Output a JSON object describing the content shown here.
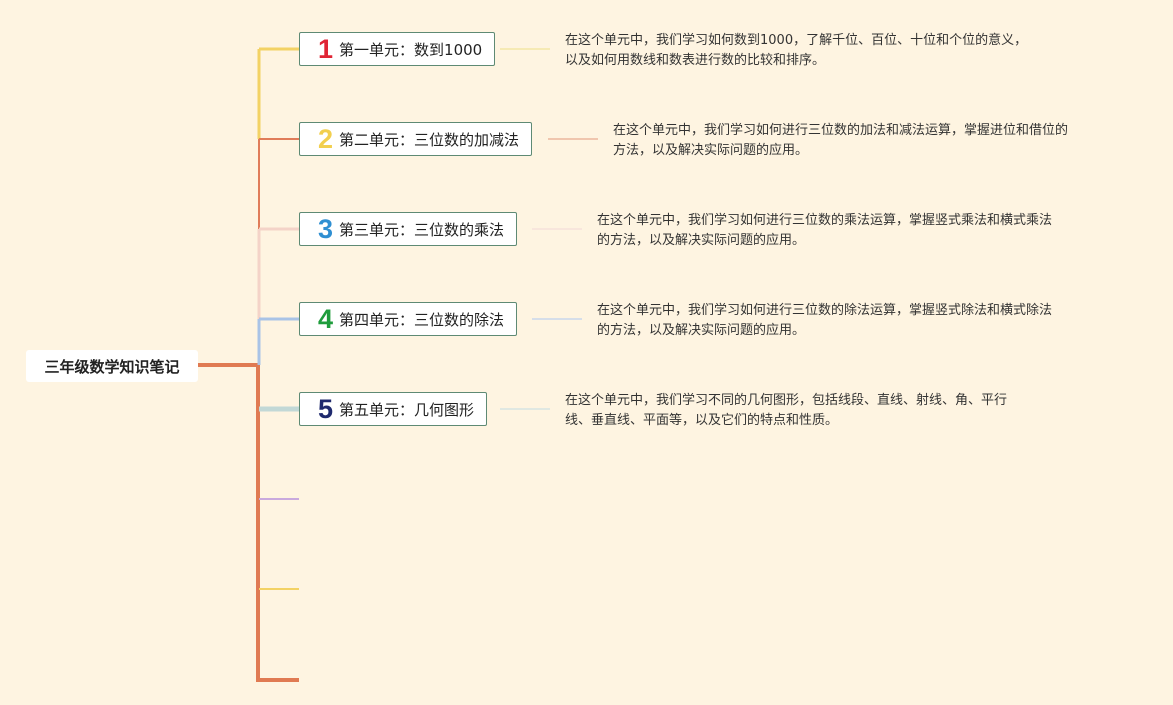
{
  "root": {
    "title": "三年级数学知识笔记"
  },
  "units": [
    {
      "number": "1",
      "title": "第一单元：数到1000",
      "color": "#e02535",
      "line_color": "#f3d264",
      "description": [
        "在这个单元中，我们学习如何数到1000，了解千位、百位、十位和个位的意义，",
        "以及如何用数线和数表进行数的比较和排序。"
      ]
    },
    {
      "number": "2",
      "title": "第二单元：三位数的加减法",
      "color": "#f2cf4e",
      "line_color": "#e07c59",
      "description": [
        "在这个单元中，我们学习如何进行三位数的加法和减法运算，掌握进位和借位的",
        "方法，以及解决实际问题的应用。"
      ]
    },
    {
      "number": "3",
      "title": "第三单元：三位数的乘法",
      "color": "#2f8fd2",
      "line_color": "#f4d3c8",
      "description": [
        "在这个单元中，我们学习如何进行三位数的乘法运算，掌握竖式乘法和横式乘法",
        "的方法，以及解决实际问题的应用。"
      ]
    },
    {
      "number": "4",
      "title": "第四单元：三位数的除法",
      "color": "#1f9c3c",
      "line_color": "#a9c3e6",
      "description": [
        "在这个单元中，我们学习如何进行三位数的除法运算，掌握竖式除法和横式除法",
        "的方法，以及解决实际问题的应用。"
      ]
    },
    {
      "number": "5",
      "title": "第五单元：几何图形",
      "color": "#1f2a6e",
      "line_color": "#c2d8d6",
      "description": [
        "在这个单元中，我们学习不同的几何图形，包括线段、直线、射线、角、平行",
        "线、垂直线、平面等，以及它们的特点和性质。"
      ]
    }
  ],
  "colors": {
    "background": "#fef4e1",
    "trunk": "#e07a52",
    "empty_branch_1": "#c9a9dd",
    "empty_branch_2": "#f3d264",
    "empty_branch_3": "#e07a52"
  }
}
